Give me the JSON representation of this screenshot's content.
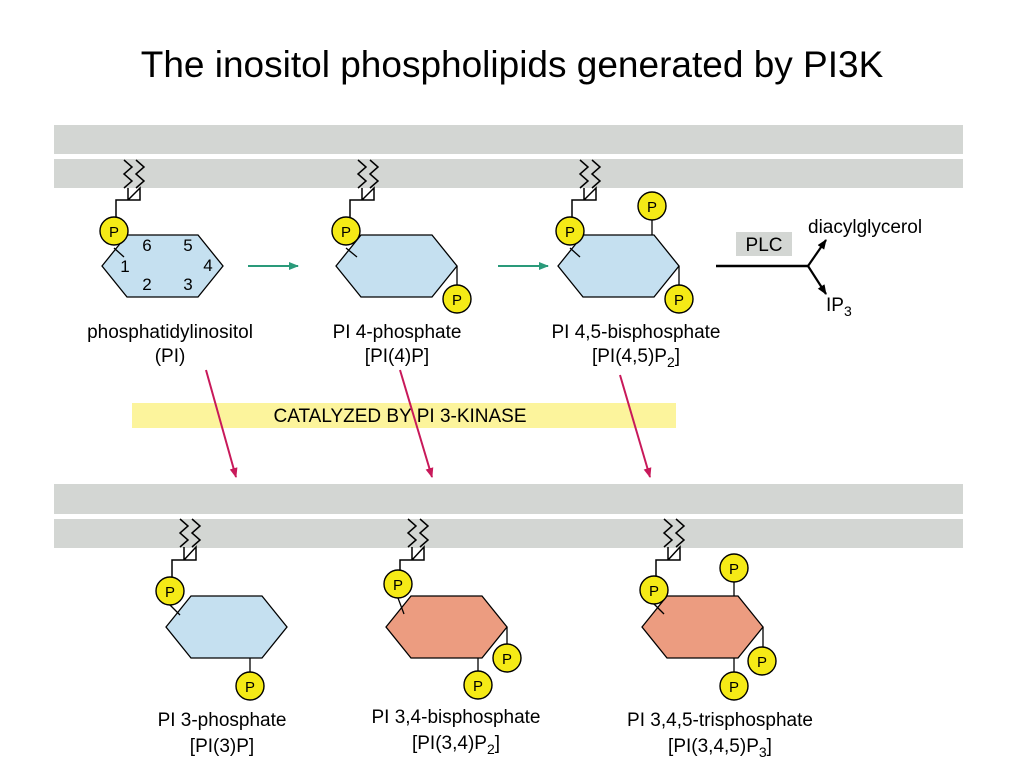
{
  "title": "The inositol phospholipids generated by PI3K",
  "phosphate_label": "P",
  "ring_positions": [
    "1",
    "2",
    "3",
    "4",
    "5",
    "6"
  ],
  "enzyme_label": "PLC",
  "catalyzed_banner": "CATALYZED BY PI 3-KINASE",
  "products": {
    "diacylglycerol": "diacylglycerol",
    "ip3_base": "IP",
    "ip3_sub": "3"
  },
  "molecules_top": [
    {
      "name": "phosphatidylinositol",
      "abbr": "(PI)"
    },
    {
      "name": "PI 4-phosphate",
      "abbr": "[PI(4)P]"
    },
    {
      "name": "PI 4,5-bisphosphate",
      "abbr_base": "[PI(4,5)P",
      "abbr_sub": "2",
      "abbr_end": "]"
    }
  ],
  "molecules_bottom": [
    {
      "name": "PI 3-phosphate",
      "abbr": "[PI(3)P]"
    },
    {
      "name": "PI 3,4-bisphosphate",
      "abbr_base": "[PI(3,4)P",
      "abbr_sub": "2",
      "abbr_end": "]"
    },
    {
      "name": "PI 3,4,5-trisphosphate",
      "abbr_base": "[PI(3,4,5)P",
      "abbr_sub": "3",
      "abbr_end": "]"
    }
  ],
  "colors": {
    "membrane": "#d3d6d3",
    "ring_blue": "#c5e0f0",
    "ring_salmon": "#ec9c80",
    "phosphate_fill": "#f5ea16",
    "green_arrow": "#2a9a7a",
    "pink_arrow": "#c8195a",
    "banner": "#fcf49c"
  }
}
